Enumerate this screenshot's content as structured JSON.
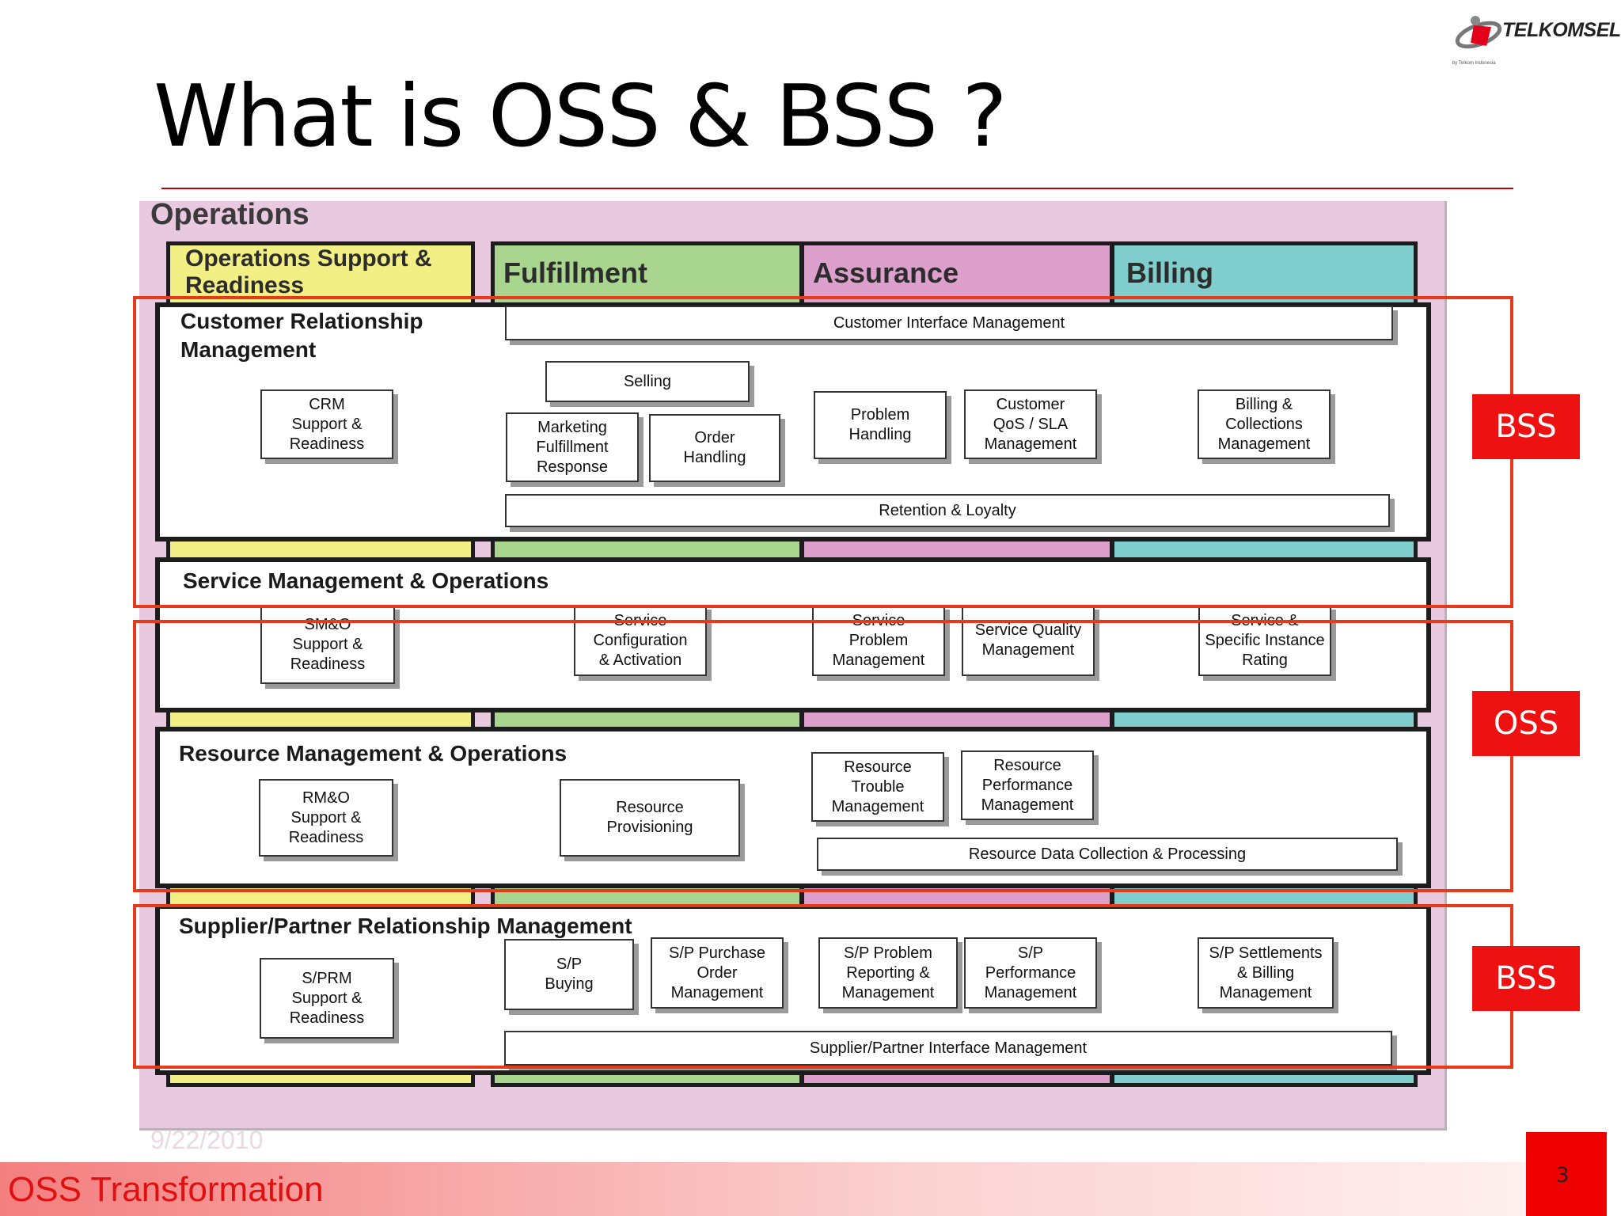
{
  "slide": {
    "title": "What is OSS & BSS ?",
    "footer": "OSS Transformation",
    "page_number": "3",
    "date": "9/22/2010"
  },
  "logo": {
    "brand": "TELKOMSEL",
    "tagline": "by Telkom Indonesia",
    "accent": "#e2001a"
  },
  "diagram": {
    "frame_label": "Operations",
    "columns": [
      "Operations Support & Readiness",
      "Fulfillment",
      "Assurance",
      "Billing"
    ],
    "column_colors": [
      "#f2ef84",
      "#a8d68e",
      "#dd9fcc",
      "#7fcdcd"
    ],
    "layers": {
      "crm": {
        "title": "Customer Relationship\nManagement",
        "boxes": {
          "cim": "Customer Interface Management",
          "crm_support": "CRM\nSupport &\nReadiness",
          "selling": "Selling",
          "marketing": "Marketing\nFulfillment\nResponse",
          "order": "Order\nHandling",
          "problem": "Problem\nHandling",
          "qos": "Customer\nQoS / SLA\nManagement",
          "billing": "Billing &\nCollections\nManagement",
          "retention": "Retention & Loyalty"
        }
      },
      "smo": {
        "title": "Service Management & Operations",
        "boxes": {
          "support": "SM&O\nSupport &\nReadiness",
          "config": "Service\nConfiguration\n& Activation",
          "problem": "Service\nProblem\nManagement",
          "quality": "Service Quality\nManagement",
          "rating": "Service &\nSpecific Instance\nRating"
        }
      },
      "rmo": {
        "title": "Resource Management & Operations",
        "boxes": {
          "support": "RM&O\nSupport &\nReadiness",
          "provisioning": "Resource\nProvisioning",
          "trouble": "Resource\nTrouble\nManagement",
          "performance": "Resource\nPerformance\nManagement",
          "data": "Resource Data Collection & Processing"
        }
      },
      "sprm": {
        "title": "Supplier/Partner Relationship Management",
        "boxes": {
          "support": "S/PRM\nSupport &\nReadiness",
          "buying": "S/P\nBuying",
          "purchase": "S/P Purchase\nOrder\nManagement",
          "problem": "S/P Problem\nReporting &\nManagement",
          "performance": "S/P\nPerformance\nManagement",
          "settlements": "S/P Settlements\n& Billing\nManagement",
          "interface": "Supplier/Partner Interface Management"
        }
      }
    }
  },
  "overlays": {
    "labels": [
      "BSS",
      "OSS",
      "BSS"
    ],
    "outline_color": "#e63a1a",
    "tag_color": "#ee1111"
  }
}
